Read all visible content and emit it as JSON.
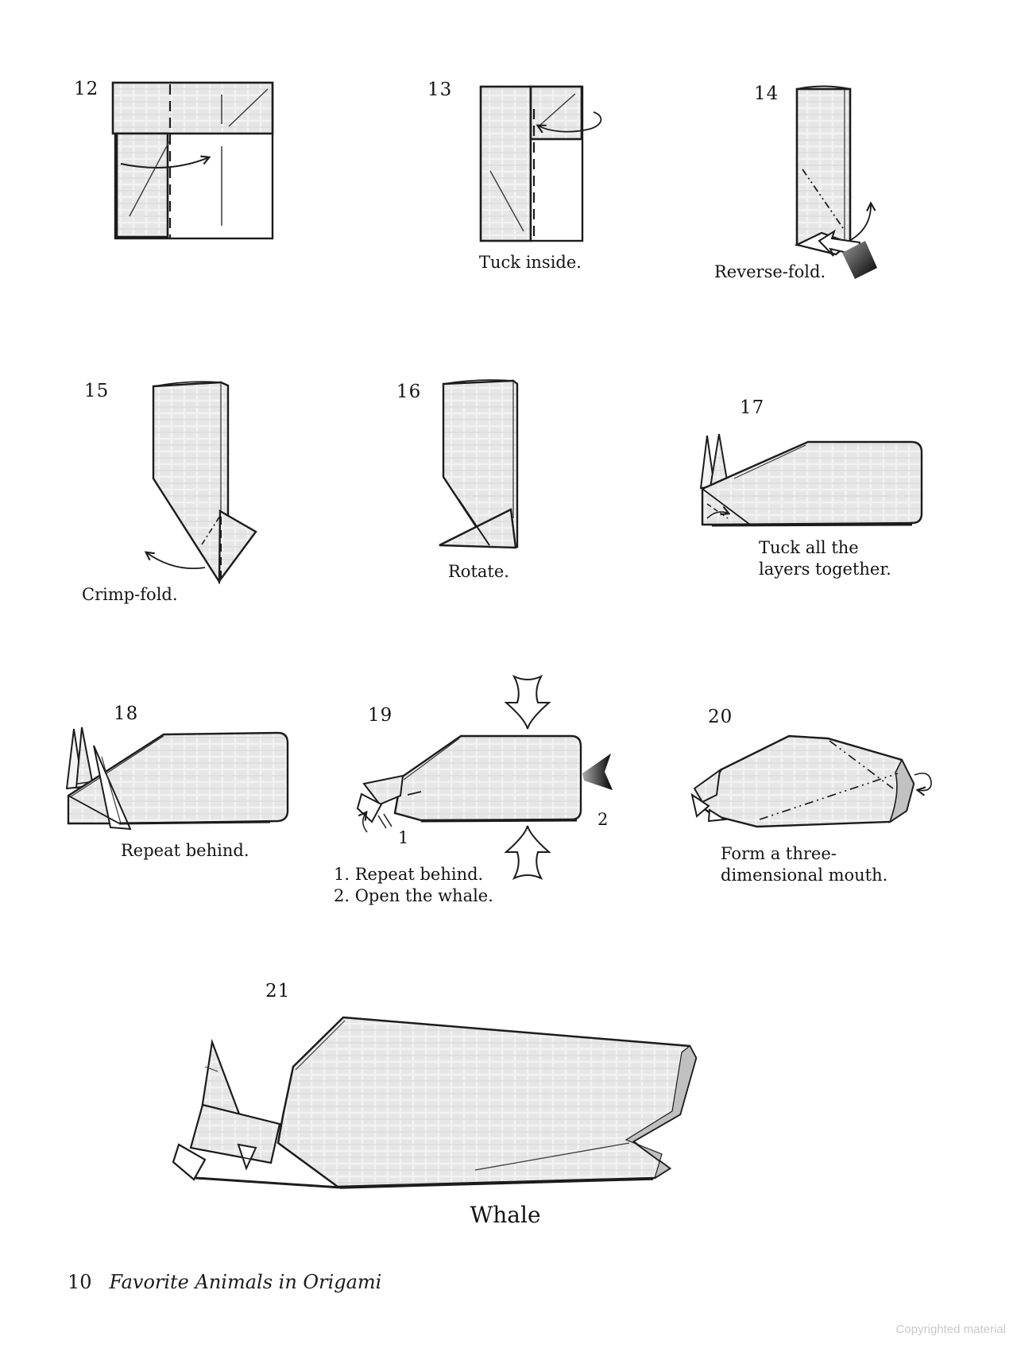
{
  "page": {
    "model_title": "Whale",
    "footer": {
      "page_number": "10",
      "book_title": "Favorite Animals in Origami"
    },
    "watermark": "Copyrighted material"
  },
  "colors": {
    "paper_shade": "#e6e6e6",
    "outline": "#1c1c1c",
    "tail_shade": "#c0c0c0",
    "watermark_gray": "#c9c9c9"
  },
  "icons": {
    "fold_arrow": "curved-fold-arrow",
    "push_arrow": "hollow-push-arrow",
    "pressure_arrow": "black-wedge-arrow"
  },
  "steps": [
    {
      "number": "12",
      "caption": ""
    },
    {
      "number": "13",
      "caption": "Tuck inside."
    },
    {
      "number": "14",
      "caption": "Reverse-fold."
    },
    {
      "number": "15",
      "caption": "Crimp-fold."
    },
    {
      "number": "16",
      "caption": "Rotate."
    },
    {
      "number": "17",
      "caption": "Tuck all the\nlayers together."
    },
    {
      "number": "18",
      "caption": "Repeat behind."
    },
    {
      "number": "19",
      "caption": "1. Repeat behind.\n2. Open the whale.",
      "point_labels": {
        "one": "1",
        "two": "2"
      }
    },
    {
      "number": "20",
      "caption": "Form a three-\ndimensional mouth."
    },
    {
      "number": "21",
      "caption": ""
    }
  ]
}
